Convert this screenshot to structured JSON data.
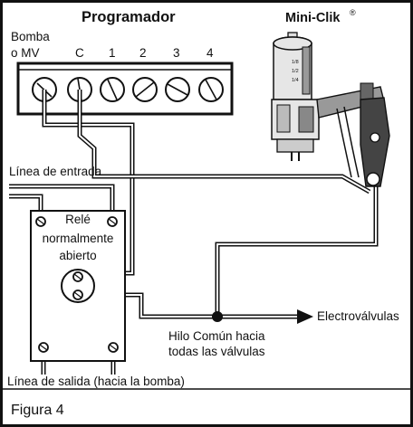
{
  "controller": {
    "title": "Programador",
    "terminal_labels": [
      "Bomba\no MV",
      "C",
      "1",
      "2",
      "3",
      "4"
    ]
  },
  "sensor": {
    "name": "Mini-Clik",
    "mark": "®",
    "scale_marks": [
      "1/8",
      "1/2",
      "1/4"
    ]
  },
  "relay": {
    "label_lines": [
      "Relé",
      "normalmente",
      "abierto"
    ]
  },
  "labels": {
    "input_line": "Línea de entrada",
    "output_line": "Línea de salida (hacia la bomba)",
    "common_wire": [
      "Hilo Común hacia",
      "todas las válvulas"
    ],
    "valves": "Electroválvulas"
  },
  "figure": {
    "caption": "Figura 4"
  },
  "colors": {
    "ink": "#111111",
    "background": "#ffffff",
    "sensor_body": "#e6e6e6"
  }
}
